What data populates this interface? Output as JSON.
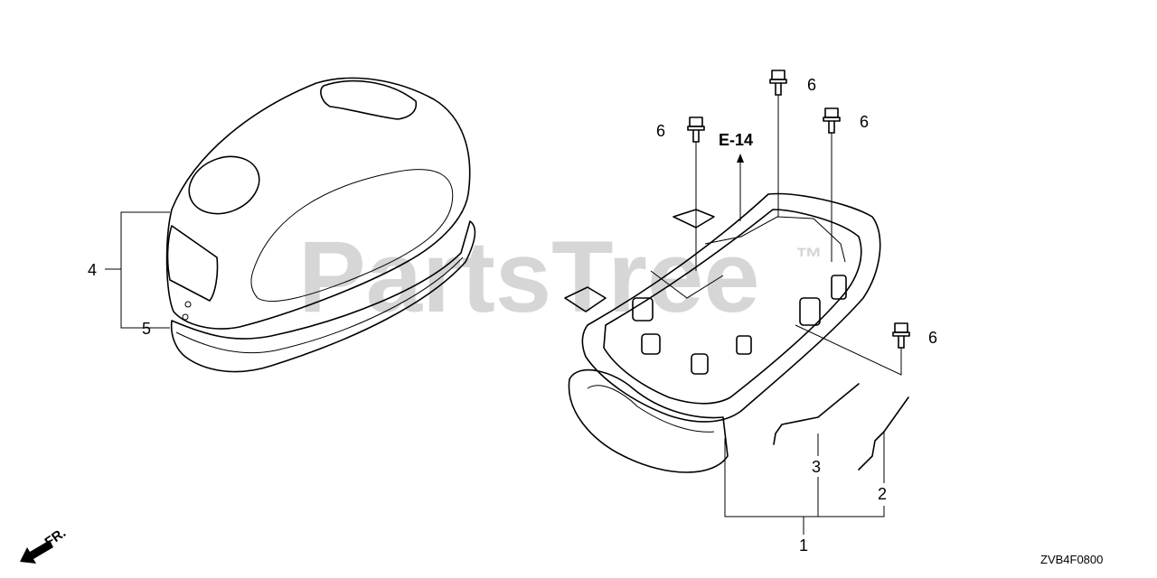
{
  "diagram": {
    "watermark": {
      "main": "PartsTree",
      "sub": "™"
    },
    "callouts": [
      {
        "id": "p1",
        "label": "1"
      },
      {
        "id": "p2",
        "label": "2"
      },
      {
        "id": "p3",
        "label": "3"
      },
      {
        "id": "p4",
        "label": "4"
      },
      {
        "id": "p5",
        "label": "5"
      },
      {
        "id": "p6a",
        "label": "6"
      },
      {
        "id": "p6b",
        "label": "6"
      },
      {
        "id": "p6c",
        "label": "6"
      },
      {
        "id": "p6d",
        "label": "6"
      }
    ],
    "reference": "E-14",
    "direction_label": "FR.",
    "figure_code": "ZVB4F0800"
  }
}
